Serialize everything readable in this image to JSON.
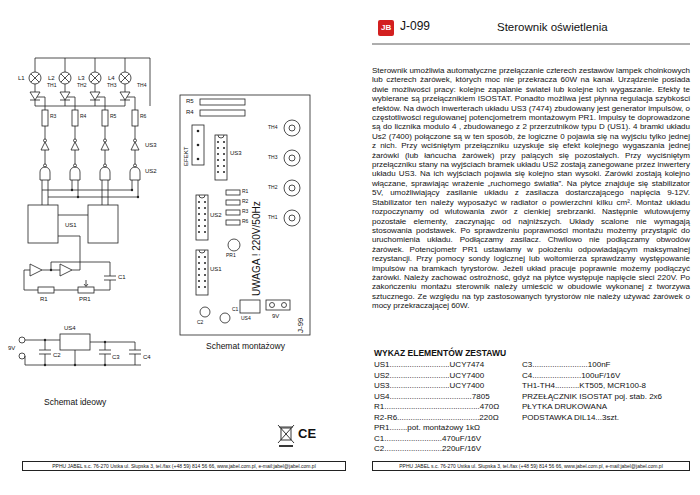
{
  "diagram": {
    "title": "Sterownik oświetlenia",
    "nodes": [
      {
        "text": [
          "PPHU JABEL s.c. 76-270 Ustka ul. Słupska 3, tel./fax (+48 59) 814 56 66, www.jabel.com.pl, e-mail:jabel@jabel.com.pl"
        ]
      },
      {
        "text": [
          "PPHU JABEL s.c. 76-270 Ustka ul. Słupska 3, tel./fax (+48 59) 814 56 66, www.jabel.com.pl, e-mail:jabel@jabel.com.pl"
        ]
      }
    ],
    "labels": [
      "JB",
      "J-099",
      "Sterownik umożliwia automatyczne przełączanie czterech zestawów lampek choinkowych lub czterech żarówek, których moc nie przekracza 60W na kanał. Urządzenie posiada dwie możliwości pracy: kolejne zapalanie świateł lub kolejne ich wygaszanie. Efekty te wybierane są przełącznikiem ISOSTAT. Ponadto możliwa jest płynna regulacja szybkości efektów. Na dwóch inwerterach układu US3 (7474) zbudowany jest generator impulsów, o częstotliwości regulowanej potencjometrem montażowym PR1. Impulsy te doprowadzone są do licznika modulo 4 , zbudowanego z 2 przerzutników typu D (US1). 4 bramki układu Us2 (7400) połączone są w ten sposób, że logiczne 0 pojawia się na wyjściu tylko jednej z nich. Przy wciśniętym przełączniku uzyskuje się efekt kolejnego wygaszania jednej żarówki (lub łańcucha żarówek) przy palących się pozostałych. Przy wyciśniętym przełączniku stany na wyjściach bramek układu US2 zostają zanegowane przez inwertery układu US3. Na ich wyjściach pojawia się kolejno stan wysoki. Żarówki zostają kolejno włączane, sprawiając wrażenie „ruchomego światła”. Na płytce znajduje się stabilizator 5V, umożliwiający zasilanie układu z zasilacza dostarczającego napięcia 9-12V. Stabilizator ten należy wyposażyć w radiator o powierzchni kilku cm². Montaż układu rozpoczynamy od wlutowania zwór z cienkiej srebrzanki. Następnie wlutowujemy pozostałe elementy, zaczynając od najniższych. Układy scalone nie wymagają stosowania podstawek. Po sprawdzeniu poprawności montażu możemy przystąpić do uruchomienia układu. Podłączamy zasilacz. Chwilowo nie podłączamy obwodów żarówek. Potencjometr PR1 ustawiamy w położeniu odpowiadającym maksymalnej rezystancji. Przy pomocy sondy logicznej lub woltomierza sprawdzamy występowanie impulsów na bramkach tyrystorów. Jeżeli układ pracuje poprawnie możemy podłączyć żarówki. Należy zachować ostrożność, gdyż na płytce występuje napięcie sieci 220V. Po zakończeniu montażu sterownik należy umieścić w obudowie wykonanej z tworzywa sztucznego. Ze względu na typ zastosowanych tyrystorów nie należy używać żarówek o mocy przekraczającej 60W.",
      "WYKAZ ELEMENTÓW ZESTAWU",
      "US1...........................UCY7474",
      "US2...........................UCY7400",
      "US3...........................UCY7400",
      "US4.....................................7805",
      "R1...........................................470Ω",
      "R2-R6.....................................220Ω",
      "PR1........pot. montażowy 1kΩ",
      "C1..........................470uF/16V",
      "C2..........................220uF/16V",
      "C3.........................100nF",
      "C4......................100uF/16V",
      "TH1-TH4...........KT505, MCR100-8",
      "PRZEŁĄCZNIK ISOSTAT poj. stab. 2x6",
      "PŁYTKA DRUKOWANA",
      "PODSTAWKA DIL14...3szt.",
      "Schemat ideowy",
      "Schemat montażowy",
      "CE",
      "L1",
      "L2",
      "L3",
      "L4",
      "TH1",
      "TH2",
      "TH3",
      "TH4",
      "R3",
      "R4",
      "R5",
      "R6",
      "US3",
      "US2",
      "US1",
      "R1",
      "PR1",
      "C1",
      "US4",
      "C2",
      "C3",
      "C4",
      "9V",
      "EFEKT",
      "R5",
      "R4",
      "US3",
      "US2",
      "US1",
      "R1",
      "R2",
      "R3",
      "R6",
      "PR1",
      "TH4",
      "TH3",
      "TH2",
      "TH1",
      "UWAGA ! 220V/50Hz",
      "C2",
      "C1",
      "US4",
      "9V",
      "J-99"
    ]
  }
}
